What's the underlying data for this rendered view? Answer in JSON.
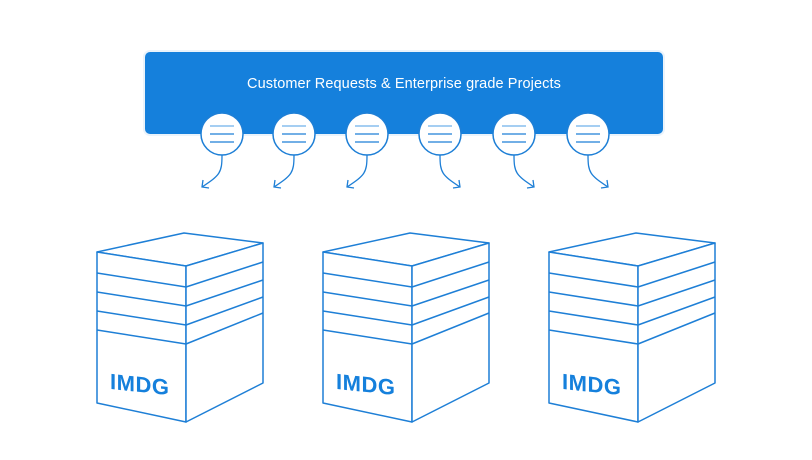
{
  "banner": {
    "title": "Customer Requests & Enterprise grade Projects",
    "color": "#1580dc"
  },
  "requests": [
    {
      "icon": "document-lines-icon",
      "arrow_direction": "down-left"
    },
    {
      "icon": "document-lines-icon",
      "arrow_direction": "down-left"
    },
    {
      "icon": "document-lines-icon",
      "arrow_direction": "down-left"
    },
    {
      "icon": "document-lines-icon",
      "arrow_direction": "down-right"
    },
    {
      "icon": "document-lines-icon",
      "arrow_direction": "down-right"
    },
    {
      "icon": "document-lines-icon",
      "arrow_direction": "down-right"
    }
  ],
  "servers": [
    {
      "label": "IMDG"
    },
    {
      "label": "IMDG"
    },
    {
      "label": "IMDG"
    }
  ],
  "colors": {
    "stroke": "#1e7fd6",
    "line_light": "#6fb1ea"
  }
}
